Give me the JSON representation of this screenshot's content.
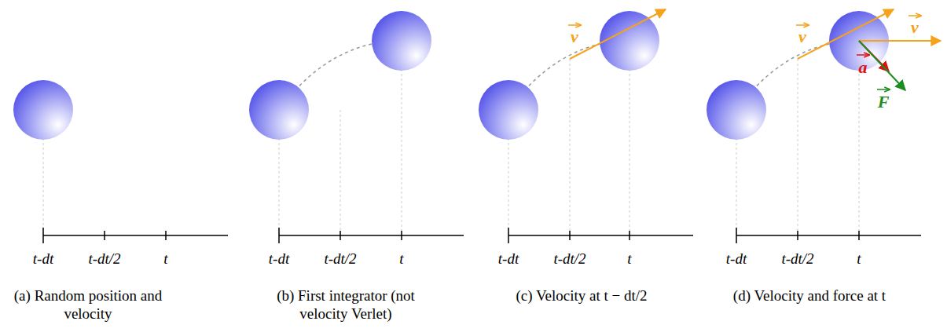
{
  "diagram": {
    "labels": [
      "t-dt",
      "t-dt/2",
      "t",
      "(a) Random position and velocity",
      "t-dt",
      "t-dt/2",
      "t",
      "(b) First integrator (not velocity Verlet)",
      "v",
      "t-dt",
      "t-dt/2",
      "t",
      "(c) Velocity at t − dt/2",
      "v",
      "v",
      "a",
      "F",
      "t-dt",
      "t-dt/2",
      "t",
      "(d) Velocity and force at t"
    ]
  }
}
